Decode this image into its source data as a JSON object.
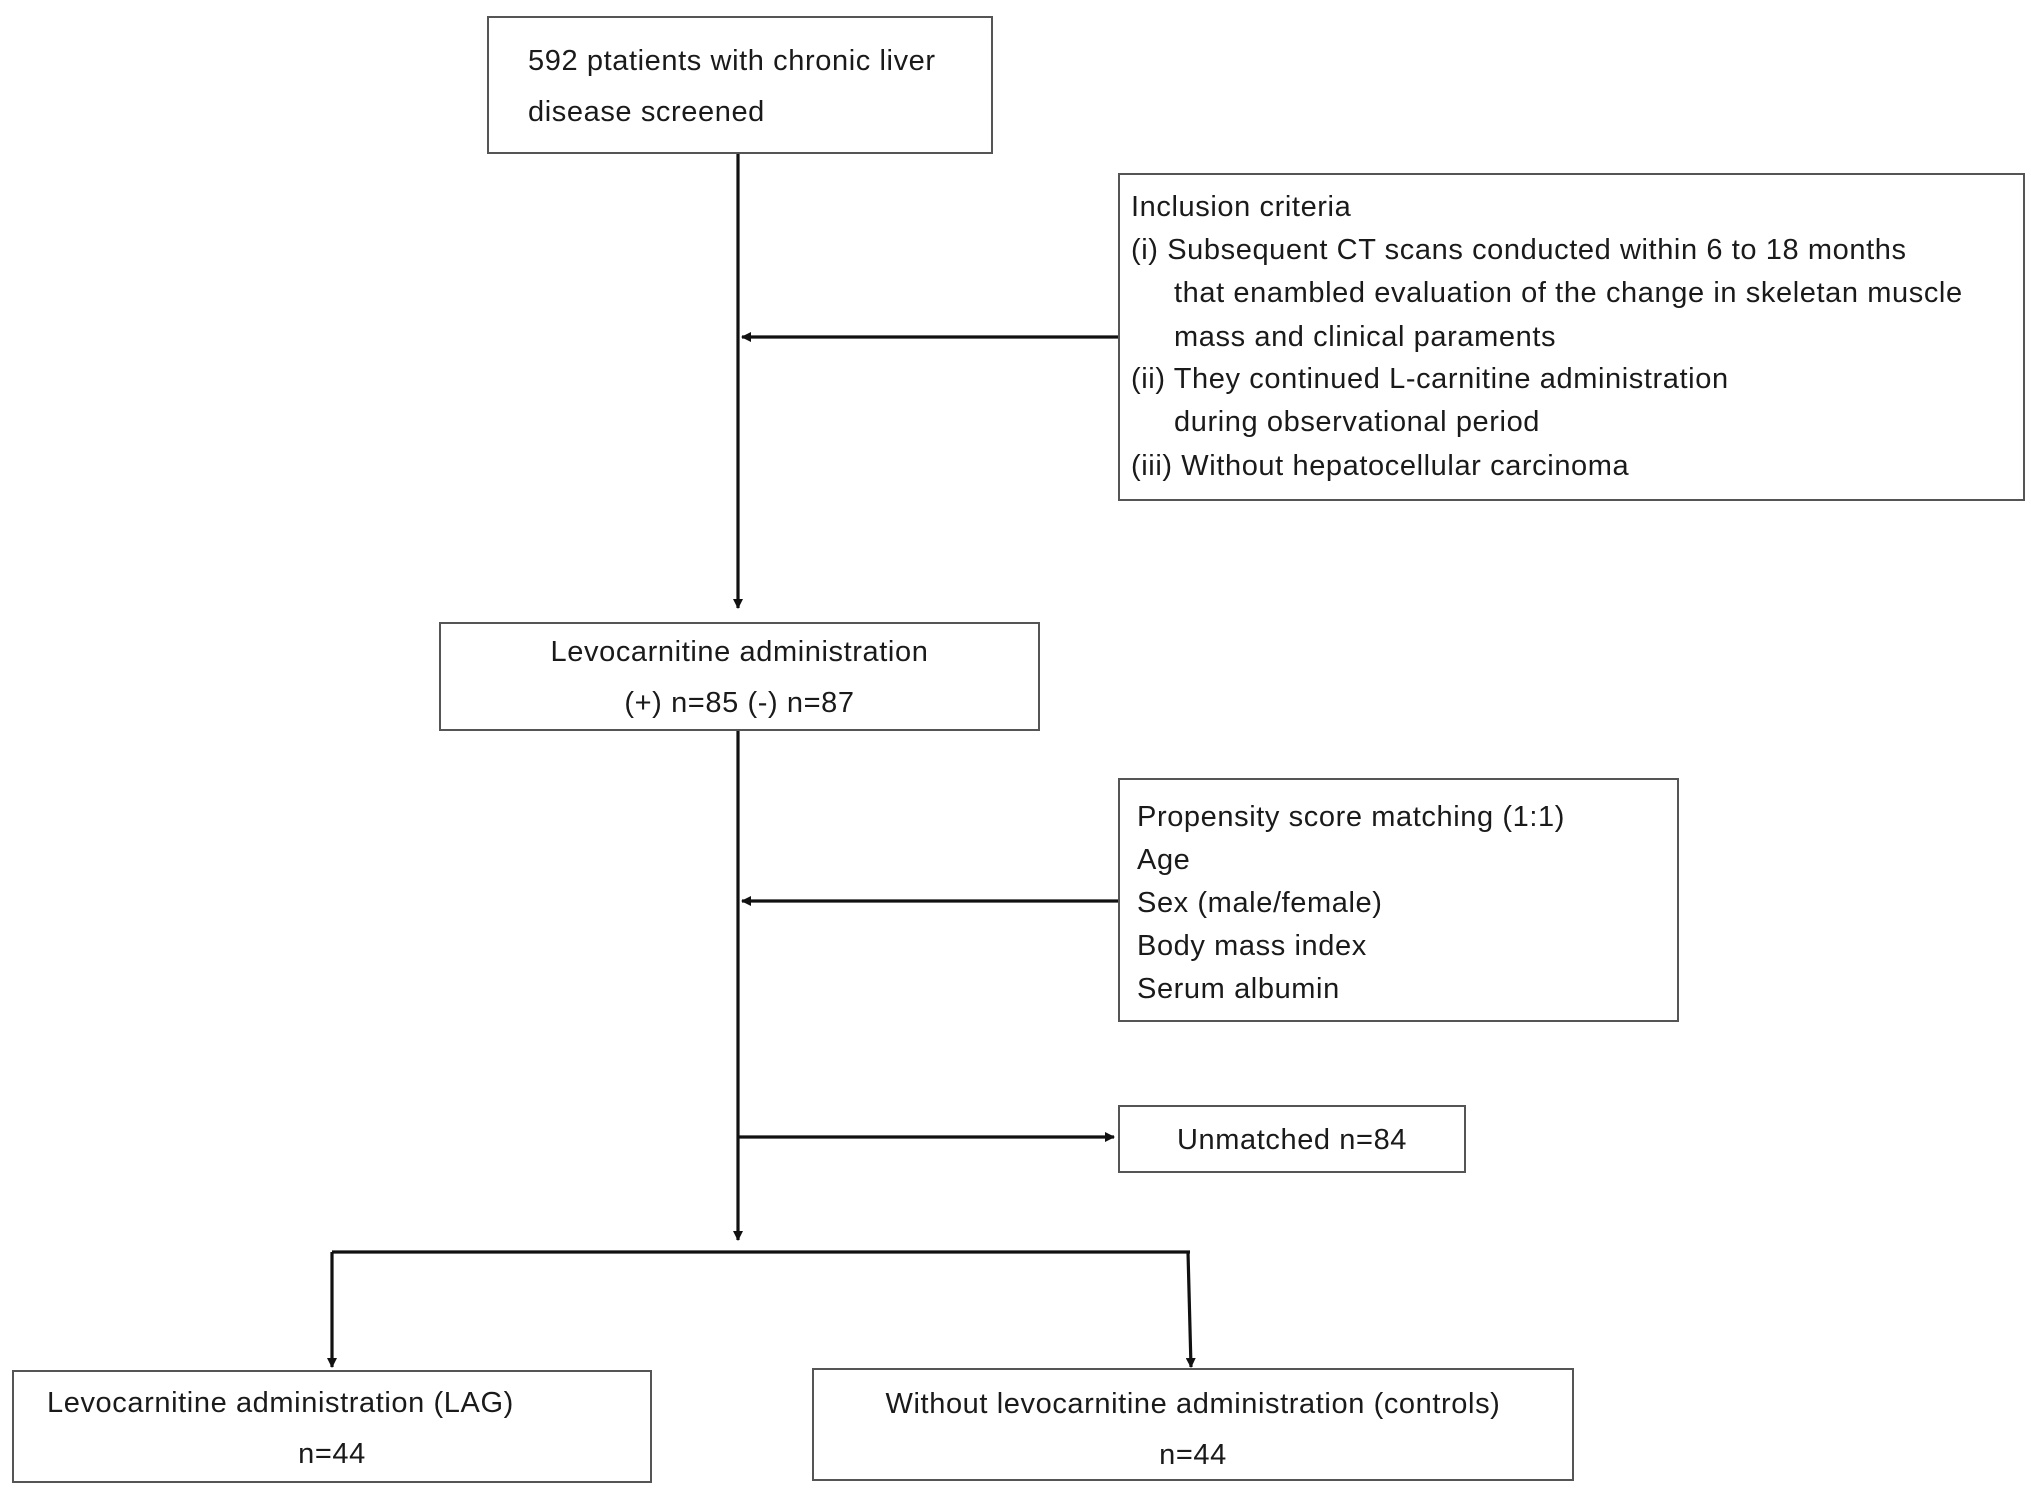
{
  "screened": {
    "line1": "592 ptatients with chronic liver",
    "line2": "disease screened"
  },
  "inclusion": {
    "title": "Inclusion criteria",
    "lines": [
      "(i) Subsequent CT scans conducted within 6 to 18 months",
      "that enambled evaluation of the change in skeletan muscle",
      "mass and clinical paraments",
      "(ii) They continued L-carnitine administration",
      "during observational period",
      "(iii) Without hepatocellular carcinoma"
    ]
  },
  "administration": {
    "line1": "Levocarnitine administration",
    "line2": "(+) n=85 (-) n=87"
  },
  "matching": {
    "title": "Propensity score matching (1:1)",
    "lines": [
      "Age",
      "Sex (male/female)",
      "Body mass index",
      "Serum albumin"
    ]
  },
  "unmatched": {
    "label": "Unmatched n=84"
  },
  "lag": {
    "line1": "Levocarnitine administration (LAG)",
    "line2": "n=44"
  },
  "controls": {
    "line1": "Without levocarnitine administration (controls)",
    "line2": "n=44"
  }
}
